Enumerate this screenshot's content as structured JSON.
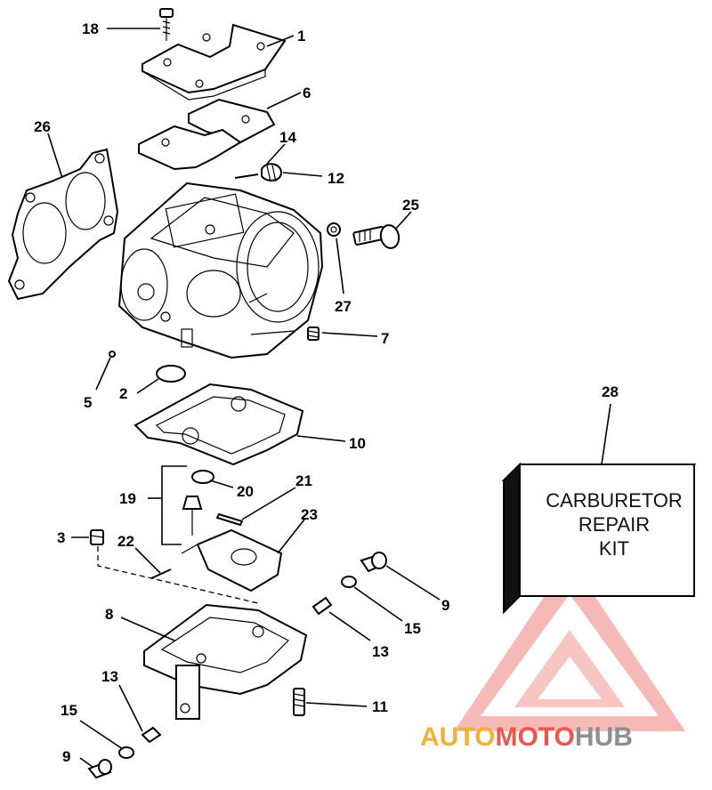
{
  "callouts": {
    "c18": "18",
    "c1": "1",
    "c6": "6",
    "c26": "26",
    "c14": "14",
    "c12": "12",
    "c25": "25",
    "c27": "27",
    "c7": "7",
    "c5": "5",
    "c2": "2",
    "c10": "10",
    "c28": "28",
    "c19": "19",
    "c20": "20",
    "c21": "21",
    "c23": "23",
    "c3": "3",
    "c22": "22",
    "c9a": "9",
    "c15a": "15",
    "c13a": "13",
    "c8": "8",
    "c11": "11",
    "c13b": "13",
    "c15b": "15",
    "c9b": "9"
  },
  "kit": {
    "line1": "CARBURETOR",
    "line2": "REPAIR",
    "line3": "KIT"
  },
  "watermark": {
    "part1": "AUTO",
    "part2": "MOTO",
    "part3": "HUB",
    "colors": {
      "orange": "#f3b13a",
      "red": "#e8584f",
      "gray": "#8a8f96"
    }
  }
}
